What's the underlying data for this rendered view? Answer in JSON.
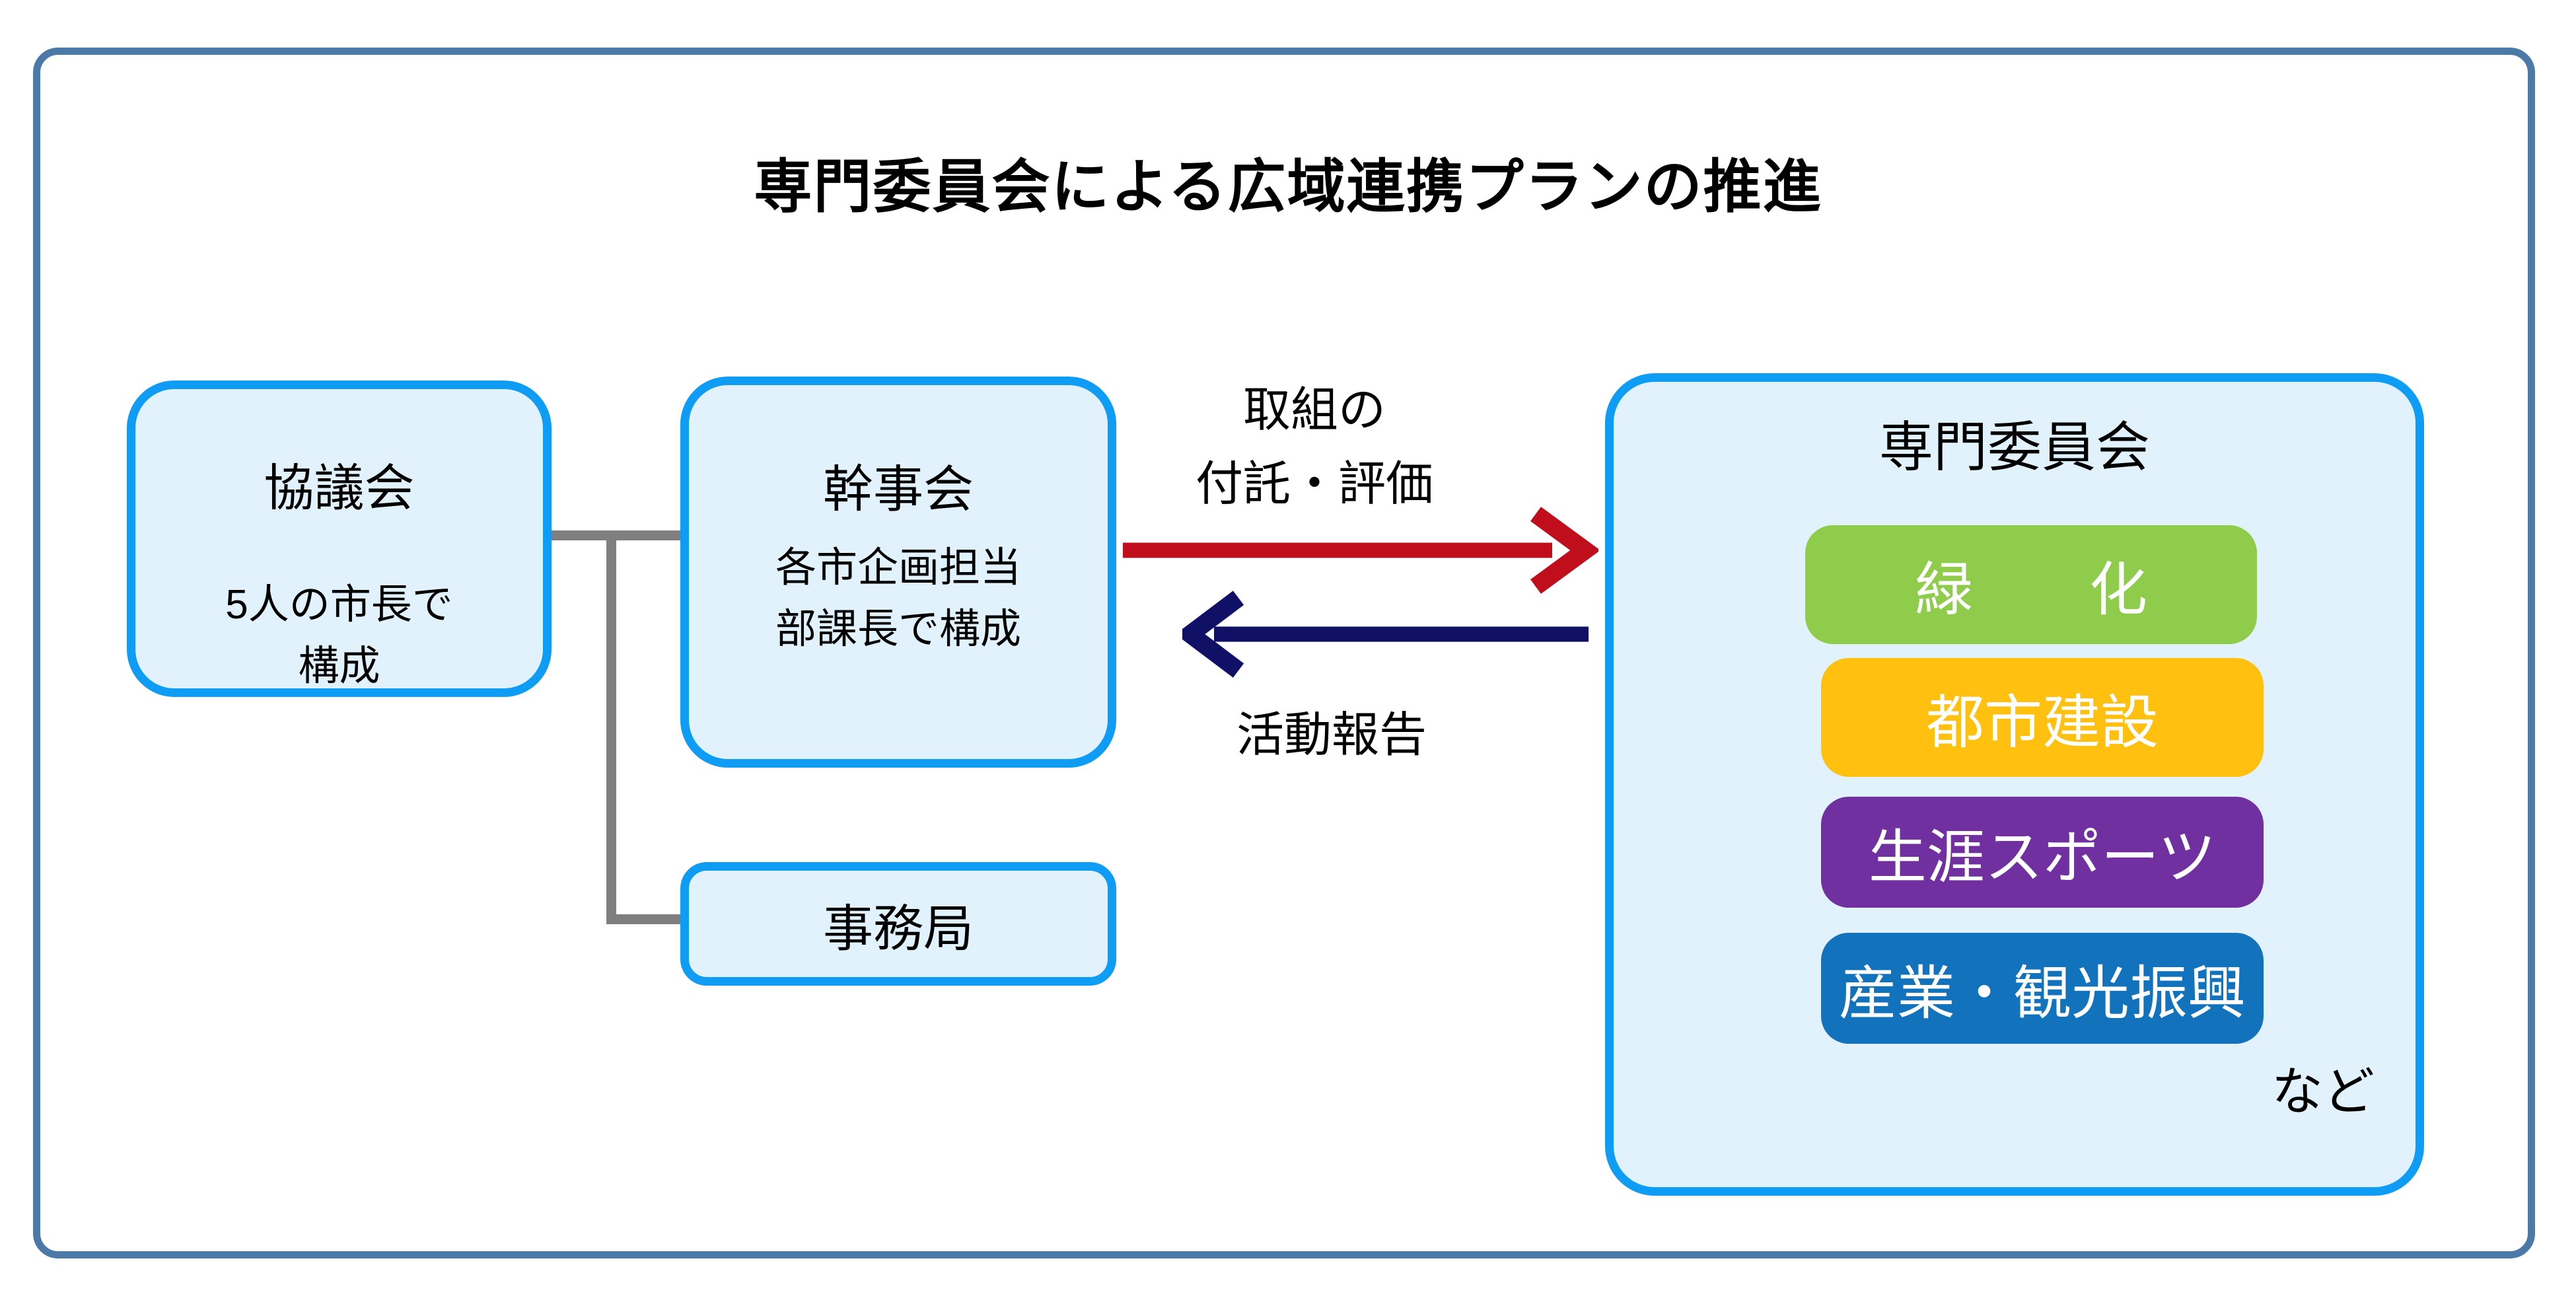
{
  "title": "専門委員会による広域連携プランの推進",
  "nodes": {
    "council": {
      "title": "協議会",
      "body_line1": "5人の市長で",
      "body_line2": "構成"
    },
    "steering": {
      "title": "幹事会",
      "body_line1": "各市企画担当",
      "body_line2": "部課長で構成"
    },
    "office": {
      "title": "事務局"
    }
  },
  "committee": {
    "title": "専門委員会",
    "items": [
      {
        "label": "緑　　化",
        "color": "#8FCC4C"
      },
      {
        "label": "都市建設",
        "color": "#FFC010"
      },
      {
        "label": "生涯スポーツ",
        "color": "#70309F"
      },
      {
        "label": "産業・観光振興",
        "color": "#1273BC"
      }
    ],
    "footnote": "など"
  },
  "arrows": {
    "to_committee": {
      "label_line1": "取組の",
      "label_line2": "付託・評価",
      "color": "#C00E1D",
      "direction": "right"
    },
    "from_committee": {
      "label": "活動報告",
      "color": "#0F1066",
      "direction": "left"
    }
  },
  "connectors": {
    "color": "#7F7F7F"
  },
  "colors": {
    "frame_border": "#4B79A8",
    "node_border": "#0F9CF4",
    "node_fill": "#E2F2FC",
    "text": "#000000",
    "chip_text": "#FFFFFF"
  }
}
